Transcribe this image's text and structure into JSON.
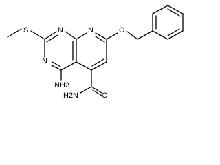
{
  "diagram": {
    "type": "chemical-structure",
    "atoms": {
      "n1": "N",
      "n3": "N",
      "n8": "N",
      "s": "S",
      "o_ether": "O",
      "o_amide": "O",
      "amino": "NH2",
      "amide_n": "H2N"
    }
  }
}
